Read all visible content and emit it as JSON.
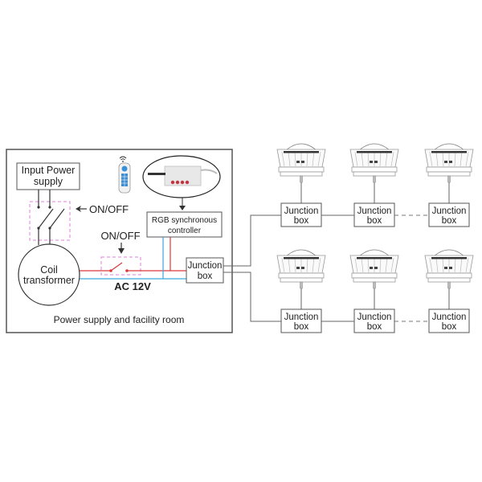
{
  "room": {
    "caption": "Power supply and facility room",
    "input_power": {
      "line1": "Input Power",
      "line2": "supply"
    },
    "main_switch_label": "ON/OFF",
    "coil": {
      "line1": "Coil",
      "line2": "transformer"
    },
    "secondary_switch_label": "ON/OFF",
    "voltage_label": "AC 12V",
    "controller": {
      "line1": "RGB synchronous",
      "line2": "controller"
    },
    "junction": {
      "line1": "Junction",
      "line2": "box"
    }
  },
  "fixtures": {
    "rows": [
      {
        "boxes": [
          {
            "line1": "Junction",
            "line2": "box"
          },
          {
            "line1": "Junction",
            "line2": "box"
          },
          {
            "line1": "Junction",
            "line2": "box"
          }
        ]
      },
      {
        "boxes": [
          {
            "line1": "Junction",
            "line2": "box"
          },
          {
            "line1": "Junction",
            "line2": "box"
          },
          {
            "line1": "Junction",
            "line2": "box"
          }
        ]
      }
    ]
  },
  "colors": {
    "live_wire": "#d9383a",
    "neutral_wire": "#3aa6e0",
    "switch_dash": "#e27fe0",
    "frame": "#555555"
  }
}
